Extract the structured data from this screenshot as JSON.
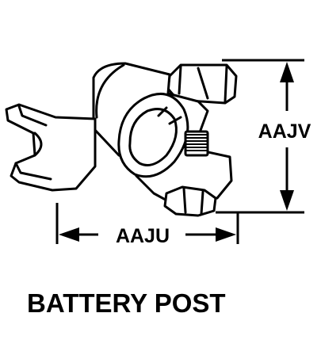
{
  "dimensions": {
    "width_label": "AAJU",
    "height_label": "AAJV"
  },
  "caption": "BATTERY POST",
  "part_icon": "battery-post-clamp-icon",
  "colors": {
    "ink": "#000000",
    "paper": "#ffffff"
  }
}
